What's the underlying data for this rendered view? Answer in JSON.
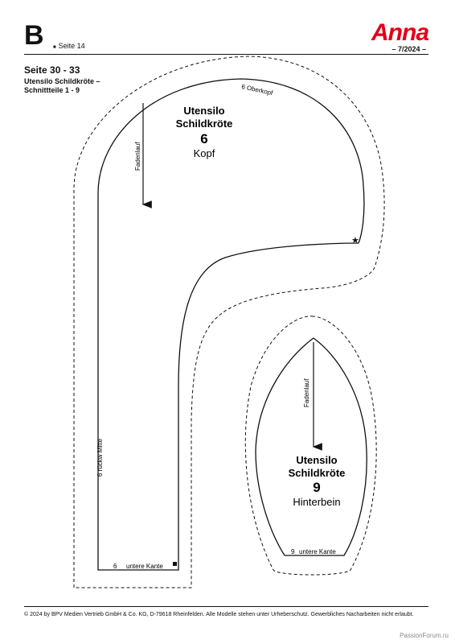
{
  "header": {
    "letter": "B",
    "page_label": "Seite 14",
    "logo_text": "Anna",
    "issue": "– 7/2024 –",
    "logo_color": "#e2001a"
  },
  "title": {
    "range": "Seite 30 - 33",
    "subtitle_line1": "Utensilo Schildkröte –",
    "subtitle_line2": "Schnittteile 1 - 9"
  },
  "piece6": {
    "name_line1": "Utensilo",
    "name_line2": "Schildkröte",
    "number": "6",
    "part": "Kopf",
    "grain_label": "Fadenlauf",
    "edge_top": "6  Oberkopf",
    "edge_side": "6  rückw Mitte",
    "edge_bottom_num": "6",
    "edge_bottom_text": "untere Kante"
  },
  "piece9": {
    "name_line1": "Utensilo",
    "name_line2": "Schildkröte",
    "number": "9",
    "part": "Hinterbein",
    "grain_label": "Fadenlauf",
    "edge_bottom_num": "9",
    "edge_bottom_text": "untere Kante"
  },
  "footer": {
    "copyright": "© 2024 by BPV Medien Vertrieb GmbH & Co. KG, D-79618 Rheinfelden. Alle Modelle stehen unter Urheberschutz. Gewerbliches Nacharbeiten nicht erlaubt.",
    "watermark": "PassionForum.ru"
  }
}
